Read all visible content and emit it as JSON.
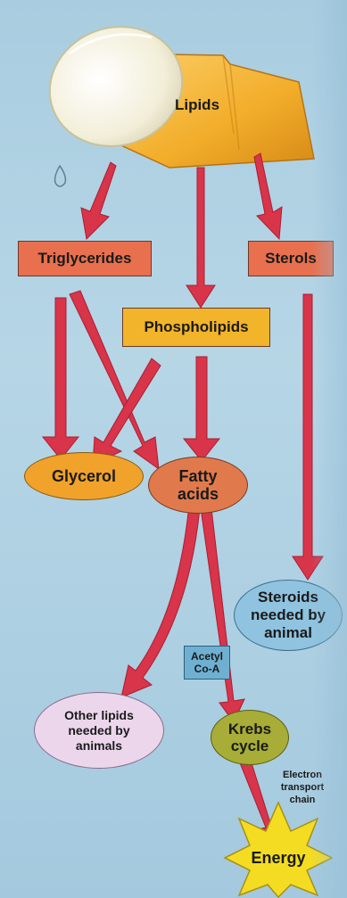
{
  "colors": {
    "arrow": "#d8344a",
    "background": "#b6d6e6",
    "rect_red": "#e8704e",
    "rect_gold": "#f2b42a",
    "cup": "#f4b02c",
    "lid": "#f7f3e2"
  },
  "nodes": {
    "lipids": "Lipids",
    "triglycerides": "Triglycerides",
    "sterols": "Sterols",
    "phospholipids": "Phospholipids",
    "glycerol": "Glycerol",
    "fatty_acids": "Fatty acids",
    "steroids": "Steroids needed by animal",
    "acetyl_coa": "Acetyl Co-A",
    "other_lipids": "Other lipids needed by animals",
    "krebs": "Krebs cycle",
    "electron_transport": "Electron transport chain",
    "energy": "Energy"
  },
  "icons": {
    "container": "tipped-container-icon",
    "droplet": "droplet-icon"
  }
}
